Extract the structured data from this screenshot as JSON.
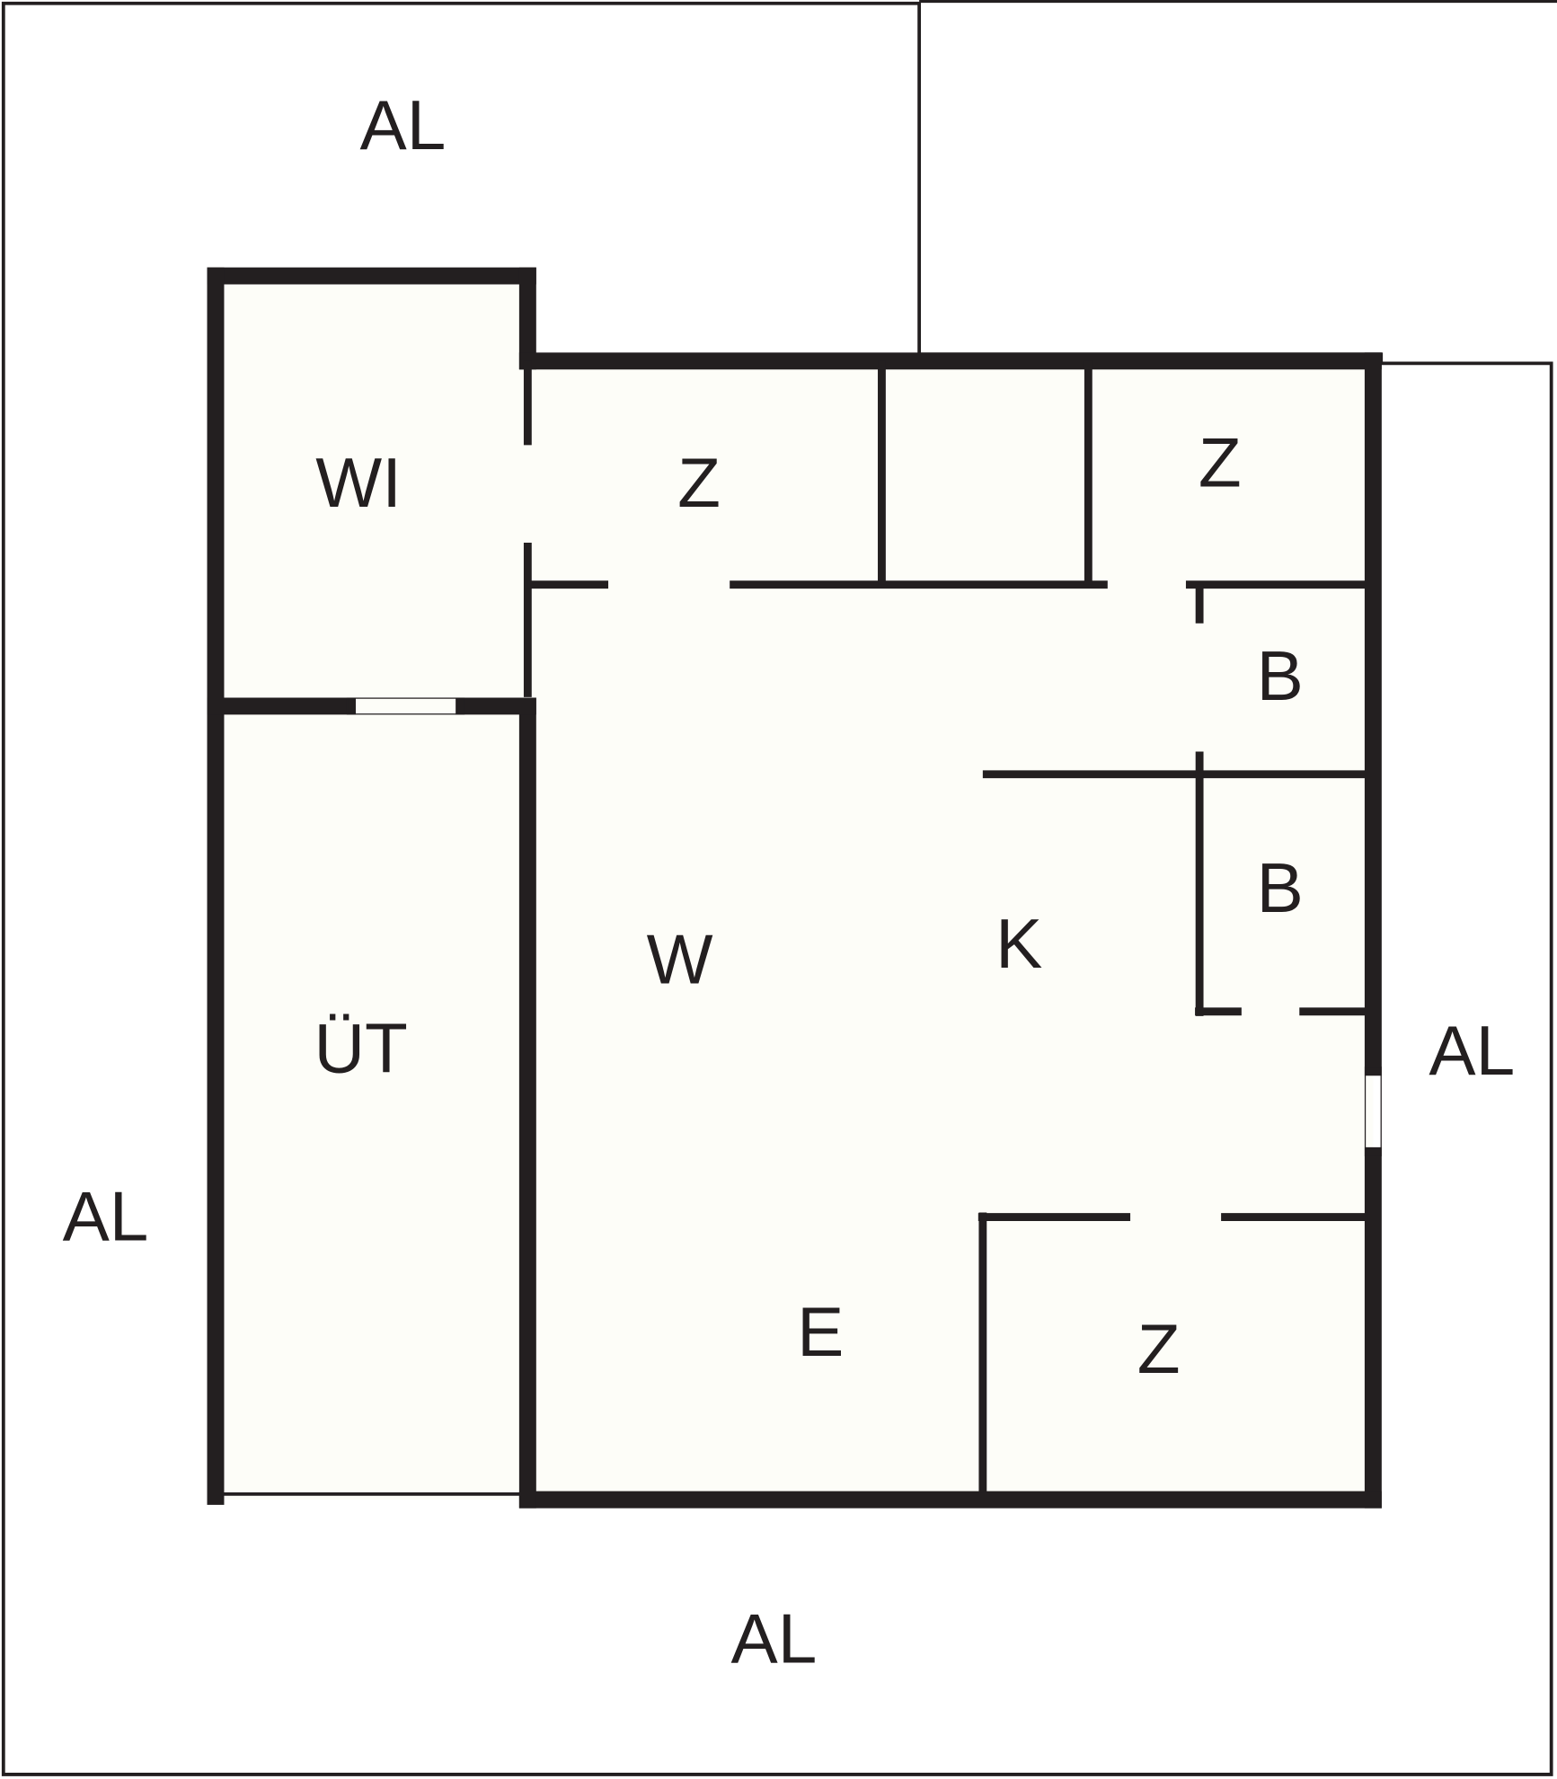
{
  "plan": {
    "background": "#fdfdf8",
    "wall_color": "#231f20",
    "labels": {
      "al_top": "AL",
      "wi": "WI",
      "z_top_left": "Z",
      "z_top_right": "Z",
      "b_upper": "B",
      "b_lower": "B",
      "w": "W",
      "k": "K",
      "ut": "ÜT",
      "al_left": "AL",
      "al_right": "AL",
      "e": "E",
      "z_bottom": "Z",
      "al_bottom": "AL"
    }
  }
}
